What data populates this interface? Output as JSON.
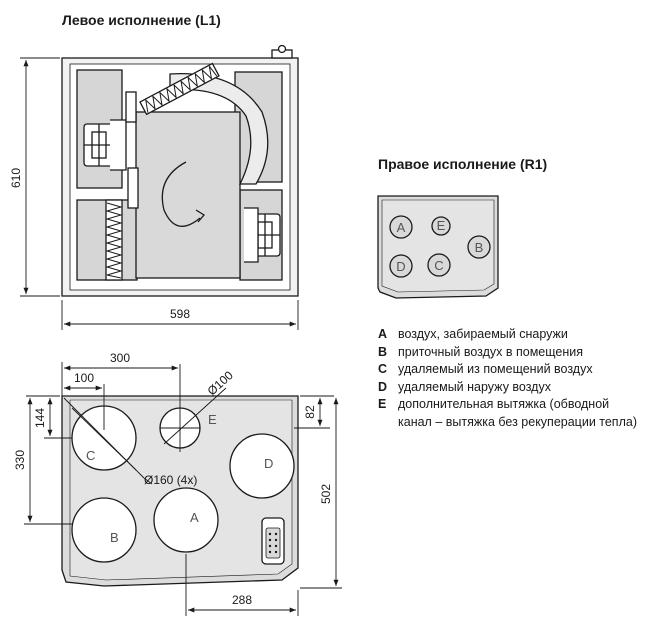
{
  "titles": {
    "left": "Левое исполнение (L1)",
    "right": "Правое исполнение (R1)"
  },
  "front_view": {
    "dim_height": "610",
    "dim_width": "598"
  },
  "top_view": {
    "dim_300": "300",
    "dim_100": "100",
    "dim_d100": "Ø100",
    "dim_144": "144",
    "dim_330": "330",
    "dim_82": "82",
    "dim_502": "502",
    "dim_288": "288",
    "dim_d160": "Ø160 (4x)",
    "port_labels": {
      "a": "A",
      "b": "B",
      "c": "C",
      "d": "D",
      "e": "E"
    }
  },
  "right_view": {
    "port_labels": {
      "a": "A",
      "b": "B",
      "c": "C",
      "d": "D",
      "e": "E"
    }
  },
  "legend": [
    {
      "key": "A",
      "text": "воздух, забираемый снаружи"
    },
    {
      "key": "B",
      "text": "приточный воздух в помещения"
    },
    {
      "key": "C",
      "text": "удаляемый из помещений воздух"
    },
    {
      "key": "D",
      "text": "удаляемый наружу воздух"
    },
    {
      "key": "E",
      "text": "дополнительная вытяжка (обводной канал – вытяжка без рекуперации тепла)"
    }
  ]
}
